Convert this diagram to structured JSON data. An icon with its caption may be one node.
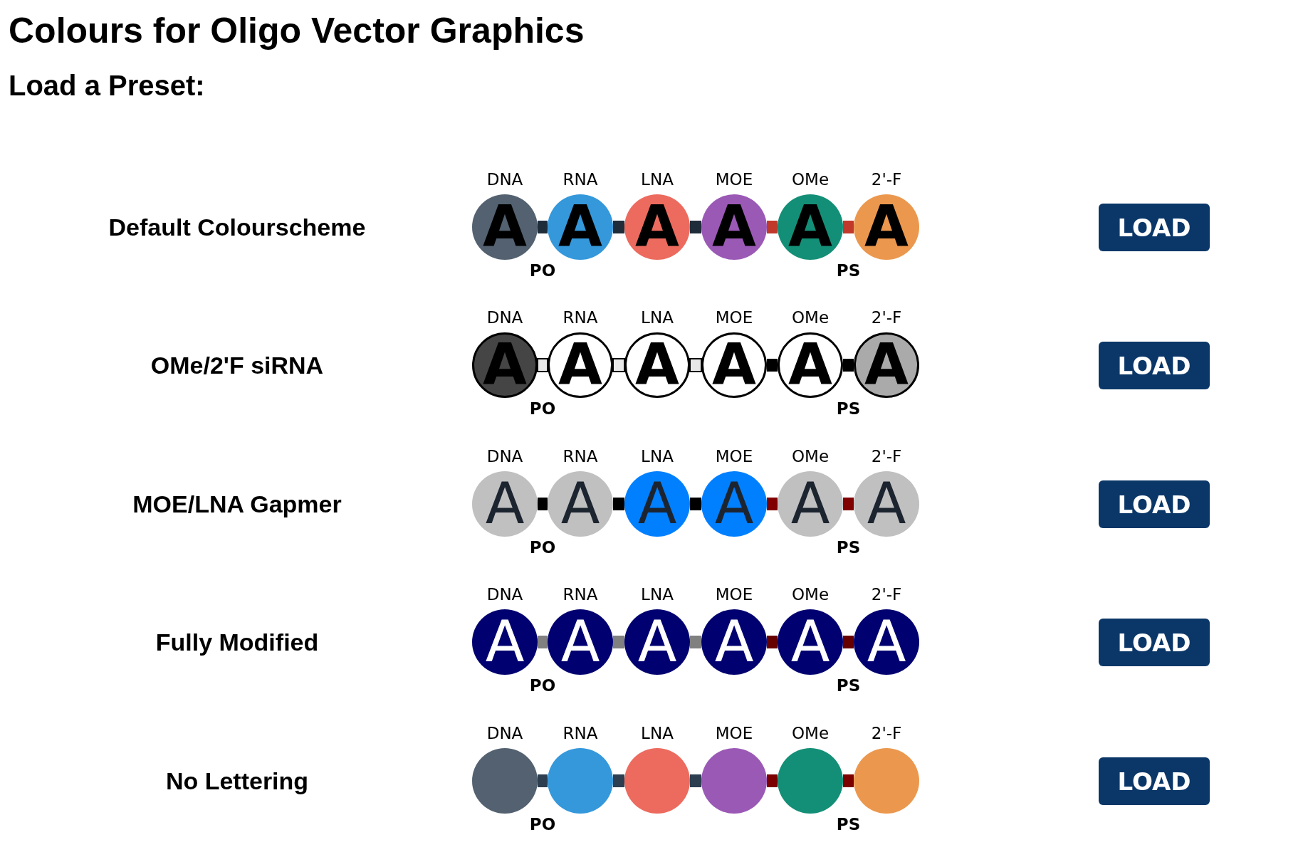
{
  "diagram": {
    "title": "Colours for Oligo Vector Graphics",
    "nodes": [
      {
        "text": [
          "A"
        ],
        "beside": [
          "DNA"
        ]
      },
      {
        "text": [
          "A"
        ],
        "beside": [
          "RNA"
        ]
      },
      {
        "text": [
          "A"
        ],
        "beside": [
          "LNA"
        ]
      },
      {
        "text": [
          "A"
        ],
        "beside": [
          "MOE"
        ]
      },
      {
        "text": [
          "A"
        ],
        "beside": [
          "OMe"
        ]
      },
      {
        "text": [
          "A"
        ],
        "beside": [
          "2'-F"
        ]
      },
      {
        "text": [
          "A"
        ],
        "beside": [
          "DNA"
        ]
      },
      {
        "text": [
          "A"
        ],
        "beside": [
          "RNA"
        ]
      },
      {
        "text": [
          "A"
        ],
        "beside": [
          "LNA"
        ]
      },
      {
        "text": [
          "A"
        ],
        "beside": [
          "MOE"
        ]
      },
      {
        "text": [
          "A"
        ],
        "beside": [
          "OMe"
        ]
      },
      {
        "text": [
          "A"
        ],
        "beside": [
          "2'-F"
        ]
      },
      {
        "text": [
          "A"
        ],
        "beside": [
          "DNA"
        ]
      },
      {
        "text": [
          "A"
        ],
        "beside": [
          "RNA"
        ]
      },
      {
        "text": [
          "A"
        ],
        "beside": [
          "LNA"
        ]
      },
      {
        "text": [
          "A"
        ],
        "beside": [
          "MOE"
        ]
      },
      {
        "text": [
          "A"
        ],
        "beside": [
          "OMe"
        ]
      },
      {
        "text": [
          "A"
        ],
        "beside": [
          "2'-F"
        ]
      },
      {
        "text": [
          "A"
        ],
        "beside": [
          "DNA"
        ]
      },
      {
        "text": [
          "A"
        ],
        "beside": [
          "RNA"
        ]
      },
      {
        "text": [
          "A"
        ],
        "beside": [
          "LNA"
        ]
      },
      {
        "text": [
          "A"
        ],
        "beside": [
          "MOE"
        ]
      },
      {
        "text": [
          "A"
        ],
        "beside": [
          "OMe"
        ]
      },
      {
        "text": [
          "A"
        ],
        "beside": [
          "2'-F"
        ]
      },
      {
        "text": [],
        "shape": "circle",
        "beside": [
          "DNA"
        ]
      },
      {
        "text": [],
        "shape": "circle",
        "beside": [
          "RNA"
        ]
      },
      {
        "text": [],
        "shape": "circle",
        "beside": [
          "LNA"
        ]
      },
      {
        "text": [],
        "shape": "circle",
        "beside": [
          "MOE"
        ]
      },
      {
        "text": [],
        "shape": "circle",
        "beside": [
          "OMe"
        ]
      },
      {
        "text": [],
        "shape": "circle",
        "beside": [
          "2'-F"
        ]
      }
    ],
    "edges": [
      {
        "from": 0,
        "to": 1,
        "arrow": "none",
        "label": "PO",
        "color": "#1f2d3b"
      },
      {
        "from": 1,
        "to": 2,
        "arrow": "none",
        "color": "#1f2d3b"
      },
      {
        "from": 2,
        "to": 3,
        "arrow": "none",
        "color": "#1f2d3b"
      },
      {
        "from": 3,
        "to": 4,
        "arrow": "none",
        "color": "#c0392b"
      },
      {
        "from": 4,
        "to": 5,
        "arrow": "none",
        "label": "PS",
        "color": "#c0392b"
      },
      {
        "from": 6,
        "to": 7,
        "arrow": "none",
        "label": "PO",
        "color": "#e8e8e8"
      },
      {
        "from": 7,
        "to": 8,
        "arrow": "none",
        "color": "#e8e8e8"
      },
      {
        "from": 8,
        "to": 9,
        "arrow": "none",
        "color": "#e8e8e8"
      },
      {
        "from": 9,
        "to": 10,
        "arrow": "none",
        "color": "#000000"
      },
      {
        "from": 10,
        "to": 11,
        "arrow": "none",
        "label": "PS",
        "color": "#000000"
      },
      {
        "from": 12,
        "to": 13,
        "arrow": "none",
        "label": "PO",
        "color": "#000000"
      },
      {
        "from": 13,
        "to": 14,
        "arrow": "none",
        "color": "#000000"
      },
      {
        "from": 14,
        "to": 15,
        "arrow": "none",
        "color": "#000000"
      },
      {
        "from": 15,
        "to": 16,
        "arrow": "none",
        "color": "#800000"
      },
      {
        "from": 16,
        "to": 17,
        "arrow": "none",
        "label": "PS",
        "color": "#800000"
      },
      {
        "from": 18,
        "to": 19,
        "arrow": "none",
        "label": "PO",
        "color": "#808080"
      },
      {
        "from": 19,
        "to": 20,
        "arrow": "none",
        "color": "#808080"
      },
      {
        "from": 20,
        "to": 21,
        "arrow": "none",
        "color": "#808080"
      },
      {
        "from": 21,
        "to": 22,
        "arrow": "none",
        "color": "#660000"
      },
      {
        "from": 22,
        "to": 23,
        "arrow": "none",
        "label": "PS",
        "color": "#660000"
      },
      {
        "from": 24,
        "to": 25,
        "arrow": "none",
        "label": "PO",
        "color": "#2c3e50"
      },
      {
        "from": 25,
        "to": 26,
        "arrow": "none",
        "color": "#2c3e50"
      },
      {
        "from": 26,
        "to": 27,
        "arrow": "none",
        "color": "#2c3e50"
      },
      {
        "from": 27,
        "to": 28,
        "arrow": "none",
        "color": "#7b0000"
      },
      {
        "from": 28,
        "to": 29,
        "arrow": "none",
        "label": "PS",
        "color": "#7b0000"
      }
    ],
    "labels": [
      "Load a Preset:",
      "Default Colourscheme",
      "LOAD",
      "OMe/2'F siRNA",
      "LOAD",
      "MOE/LNA Gapmer",
      "LOAD",
      "Fully Modified",
      "LOAD",
      "No Lettering",
      "LOAD"
    ]
  }
}
